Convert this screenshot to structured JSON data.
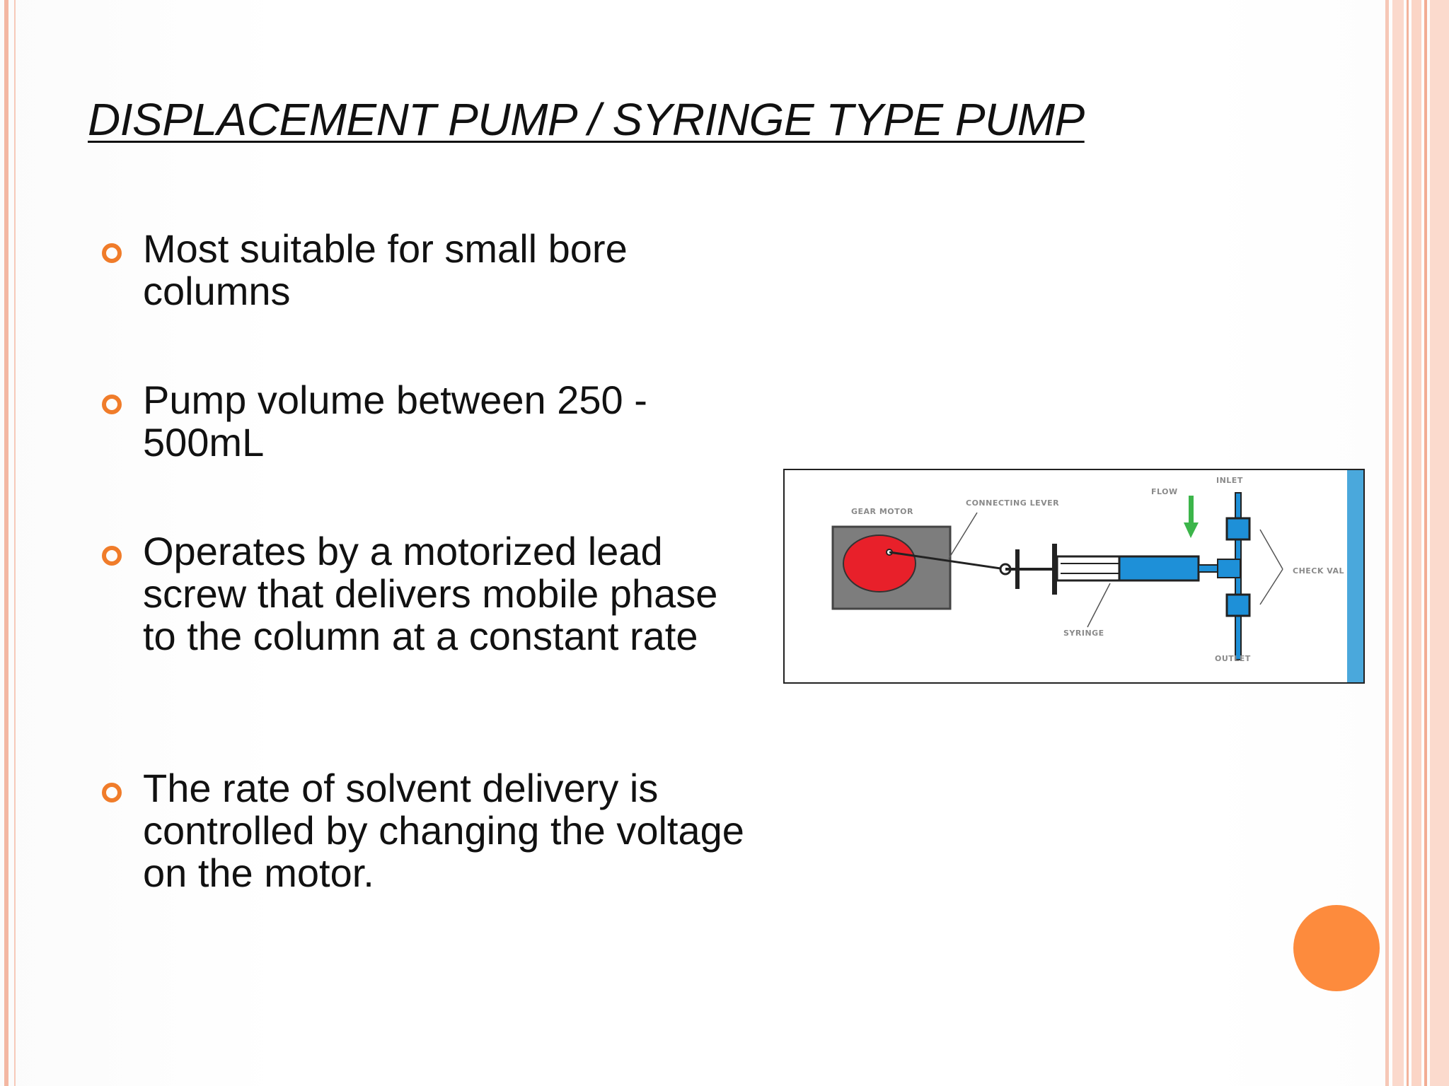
{
  "slide": {
    "title": "DISPLACEMENT PUMP / SYRINGE TYPE PUMP",
    "bullets": [
      {
        "text": "Most suitable for small bore columns"
      },
      {
        "text": "Pump volume between 250 - 500mL"
      },
      {
        "text": "Operates by a motorized lead screw that delivers mobile phase to the column at a constant rate"
      },
      {
        "text": "The rate of solvent delivery is controlled by changing the voltage on the motor."
      }
    ]
  },
  "diagram": {
    "labels": {
      "gear_motor": "GEAR MOTOR",
      "connecting_lever": "CONNECTING LEVER",
      "flow": "FLOW",
      "inlet": "INLET",
      "check_valve": "CHECK VAL",
      "syringe": "SYRINGE",
      "outlet": "OUTLET"
    }
  },
  "colors": {
    "accent": "#f07c2a",
    "dot": "#fd8b3d",
    "border": "#f3b7a2",
    "motor_body": "#7d7d7d",
    "motor_disc": "#e8202a",
    "syringe_fluid": "#1e90d8",
    "flow_arrow": "#3cb54a"
  }
}
